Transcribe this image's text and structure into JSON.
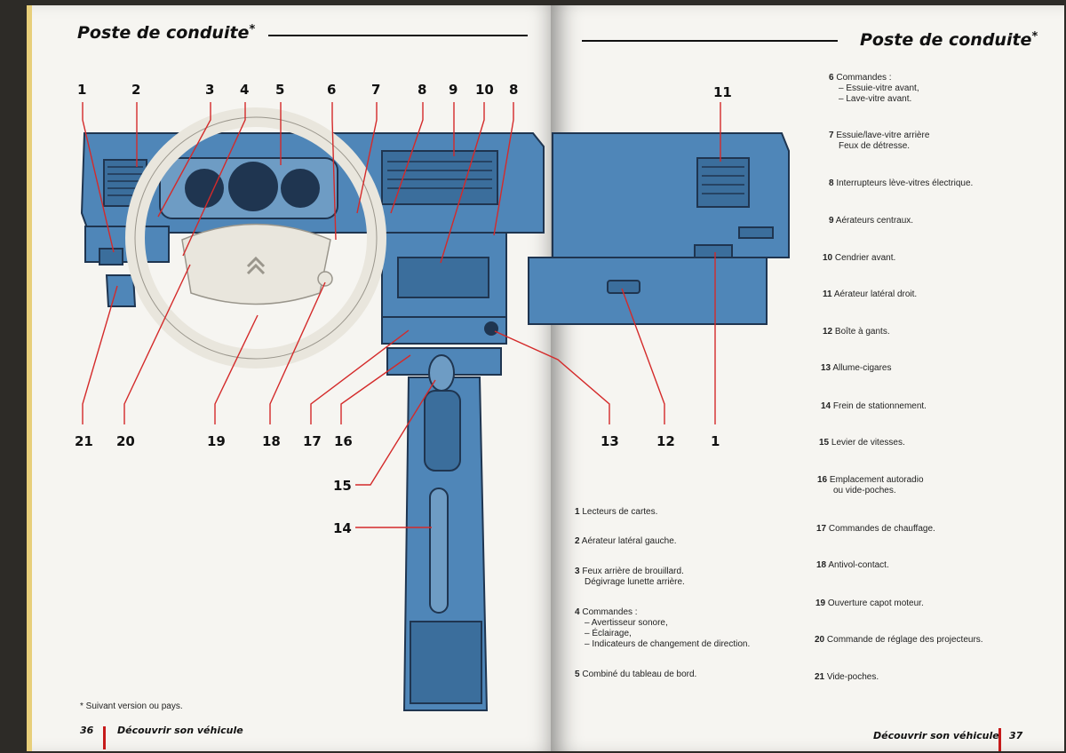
{
  "left_page": {
    "title": "Poste de conduite",
    "title_mark": "*",
    "footnote": "* Suivant version ou pays.",
    "page_number": "36",
    "footer": "Découvrir son véhicule"
  },
  "right_page": {
    "title": "Poste de conduite",
    "title_mark": "*",
    "page_number": "37",
    "footer": "Découvrir son véhicule"
  },
  "callouts_top": [
    "1",
    "2",
    "3",
    "4",
    "5",
    "6",
    "7",
    "8",
    "9",
    "10",
    "8"
  ],
  "callout_top_right": "11",
  "callouts_bottom": [
    "21",
    "20",
    "19",
    "18",
    "17",
    "16"
  ],
  "callouts_bottom_right": [
    "13",
    "12",
    "1"
  ],
  "callout_15": "15",
  "callout_14": "14",
  "legend_center": [
    {
      "n": "1",
      "lines": [
        "Lecteurs de cartes."
      ]
    },
    {
      "n": "2",
      "lines": [
        "Aérateur latéral gauche."
      ]
    },
    {
      "n": "3",
      "lines": [
        "Feux arrière de brouillard.",
        "Dégivrage lunette arrière."
      ]
    },
    {
      "n": "4",
      "lines": [
        "Commandes :",
        "– Avertisseur sonore,",
        "– Éclairage,",
        "– Indicateurs de changement de direction."
      ]
    },
    {
      "n": "5",
      "lines": [
        "Combiné du tableau de bord."
      ]
    }
  ],
  "legend_right": [
    {
      "n": "6",
      "lines": [
        "Commandes :",
        "– Essuie-vitre avant,",
        "– Lave-vitre avant."
      ]
    },
    {
      "n": "7",
      "lines": [
        "Essuie/lave-vitre arrière",
        "Feux de détresse."
      ]
    },
    {
      "n": "8",
      "lines": [
        "Interrupteurs lève-vitres électrique."
      ]
    },
    {
      "n": "9",
      "lines": [
        "Aérateurs centraux."
      ]
    },
    {
      "n": "10",
      "lines": [
        "Cendrier avant."
      ]
    },
    {
      "n": "11",
      "lines": [
        "Aérateur latéral droit."
      ]
    },
    {
      "n": "12",
      "lines": [
        "Boîte à gants."
      ]
    },
    {
      "n": "13",
      "lines": [
        "Allume-cigares"
      ]
    },
    {
      "n": "14",
      "lines": [
        "Frein de stationnement."
      ]
    },
    {
      "n": "15",
      "lines": [
        "Levier de vitesses."
      ]
    },
    {
      "n": "16",
      "lines": [
        "Emplacement autoradio",
        "ou vide-poches."
      ]
    },
    {
      "n": "17",
      "lines": [
        "Commandes de chauffage."
      ]
    },
    {
      "n": "18",
      "lines": [
        "Antivol-contact."
      ]
    },
    {
      "n": "19",
      "lines": [
        "Ouverture capot moteur."
      ]
    },
    {
      "n": "20",
      "lines": [
        "Commande de réglage des projecteurs."
      ]
    },
    {
      "n": "21",
      "lines": [
        "Vide-poches."
      ]
    }
  ],
  "colors": {
    "dash": "#4f86b8",
    "dash_dark": "#1f3550",
    "leader": "#d42a2a",
    "wheel": "#e9e6dd"
  }
}
